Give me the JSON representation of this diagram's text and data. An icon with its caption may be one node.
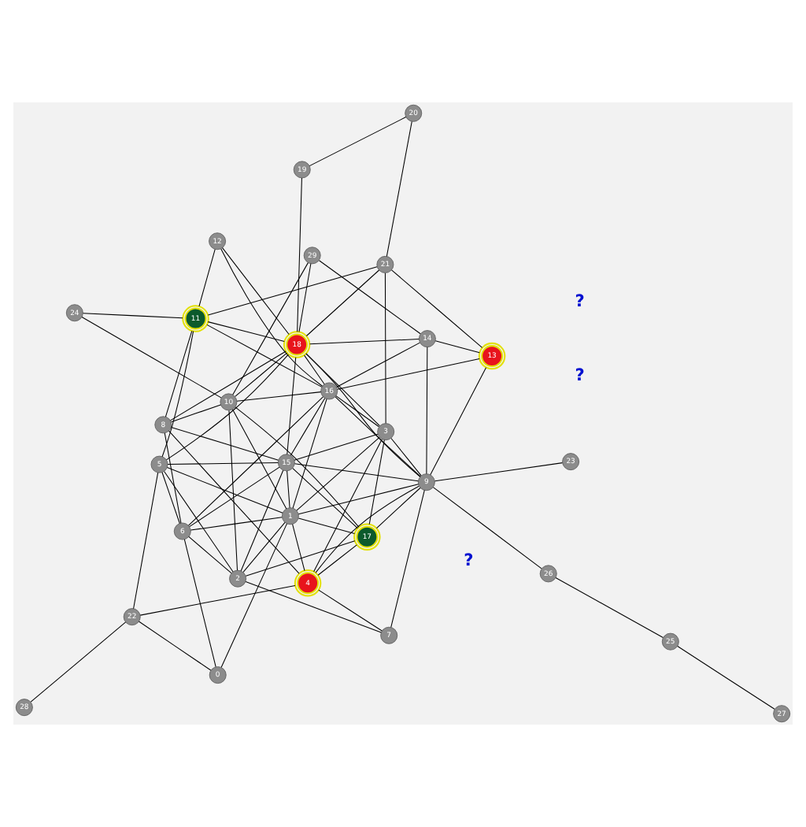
{
  "diagram": {
    "nodes": [
      {
        "text": [
          "0"
        ]
      },
      {
        "text": [
          "1"
        ]
      },
      {
        "text": [
          "2"
        ]
      },
      {
        "text": [
          "3"
        ]
      },
      {
        "text": [
          "4"
        ]
      },
      {
        "text": [
          "5"
        ]
      },
      {
        "text": [
          "6"
        ]
      },
      {
        "text": [
          "7"
        ]
      },
      {
        "text": [
          "8"
        ]
      },
      {
        "text": [
          "9"
        ]
      },
      {
        "text": [
          "10"
        ]
      },
      {
        "text": [
          "11"
        ]
      },
      {
        "text": [
          "12"
        ]
      },
      {
        "text": [
          "13"
        ]
      },
      {
        "text": [
          "14"
        ]
      },
      {
        "text": [
          "15"
        ]
      },
      {
        "text": [
          "16"
        ]
      },
      {
        "text": [
          "17"
        ]
      },
      {
        "text": [
          "18"
        ]
      },
      {
        "text": [
          "19"
        ]
      },
      {
        "text": [
          "20"
        ]
      },
      {
        "text": [
          "21"
        ]
      },
      {
        "text": [
          "22"
        ]
      },
      {
        "text": [
          "23"
        ]
      },
      {
        "text": [
          "24"
        ]
      },
      {
        "text": [
          "25"
        ]
      },
      {
        "text": [
          "26"
        ]
      },
      {
        "text": [
          "27"
        ]
      },
      {
        "text": [
          "28"
        ]
      },
      {
        "text": [
          "29"
        ]
      }
    ],
    "edges": [
      {
        "from": 0,
        "to": 22,
        "arrow": "none"
      },
      {
        "from": 0,
        "to": 6,
        "arrow": "none"
      },
      {
        "from": 0,
        "to": 1,
        "arrow": "none"
      },
      {
        "from": 22,
        "to": 28,
        "arrow": "none"
      },
      {
        "from": 22,
        "to": 5,
        "arrow": "none"
      },
      {
        "from": 22,
        "to": 4,
        "arrow": "none"
      },
      {
        "from": 6,
        "to": 5,
        "arrow": "none"
      },
      {
        "from": 6,
        "to": 8,
        "arrow": "none"
      },
      {
        "from": 6,
        "to": 2,
        "arrow": "none"
      },
      {
        "from": 6,
        "to": 1,
        "arrow": "none"
      },
      {
        "from": 6,
        "to": 15,
        "arrow": "none"
      },
      {
        "from": 6,
        "to": 16,
        "arrow": "none"
      },
      {
        "from": 5,
        "to": 2,
        "arrow": "none"
      },
      {
        "from": 5,
        "to": 15,
        "arrow": "none"
      },
      {
        "from": 5,
        "to": 1,
        "arrow": "none"
      },
      {
        "from": 5,
        "to": 11,
        "arrow": "none"
      },
      {
        "from": 5,
        "to": 18,
        "arrow": "none"
      },
      {
        "from": 1,
        "to": 15,
        "arrow": "none"
      },
      {
        "from": 1,
        "to": 2,
        "arrow": "none"
      },
      {
        "from": 1,
        "to": 4,
        "arrow": "none"
      },
      {
        "from": 1,
        "to": 17,
        "arrow": "none"
      },
      {
        "from": 1,
        "to": 3,
        "arrow": "none"
      },
      {
        "from": 1,
        "to": 9,
        "arrow": "none"
      },
      {
        "from": 1,
        "to": 10,
        "arrow": "none"
      },
      {
        "from": 1,
        "to": 16,
        "arrow": "none"
      },
      {
        "from": 15,
        "to": 8,
        "arrow": "none"
      },
      {
        "from": 15,
        "to": 2,
        "arrow": "none"
      },
      {
        "from": 15,
        "to": 17,
        "arrow": "none"
      },
      {
        "from": 15,
        "to": 9,
        "arrow": "none"
      },
      {
        "from": 15,
        "to": 3,
        "arrow": "none"
      },
      {
        "from": 15,
        "to": 16,
        "arrow": "none"
      },
      {
        "from": 15,
        "to": 18,
        "arrow": "none"
      },
      {
        "from": 8,
        "to": 11,
        "arrow": "none"
      },
      {
        "from": 8,
        "to": 18,
        "arrow": "none"
      },
      {
        "from": 8,
        "to": 10,
        "arrow": "none"
      },
      {
        "from": 8,
        "to": 4,
        "arrow": "none"
      },
      {
        "from": 11,
        "to": 24,
        "arrow": "none"
      },
      {
        "from": 11,
        "to": 18,
        "arrow": "none"
      },
      {
        "from": 11,
        "to": 16,
        "arrow": "none"
      },
      {
        "from": 11,
        "to": 21,
        "arrow": "none"
      },
      {
        "from": 11,
        "to": 12,
        "arrow": "none"
      },
      {
        "from": 10,
        "to": 24,
        "arrow": "none"
      },
      {
        "from": 10,
        "to": 2,
        "arrow": "none"
      },
      {
        "from": 10,
        "to": 29,
        "arrow": "none"
      },
      {
        "from": 10,
        "to": 16,
        "arrow": "none"
      },
      {
        "from": 10,
        "to": 18,
        "arrow": "none"
      },
      {
        "from": 10,
        "to": 17,
        "arrow": "none"
      },
      {
        "from": 2,
        "to": 17,
        "arrow": "none"
      },
      {
        "from": 2,
        "to": 7,
        "arrow": "none"
      },
      {
        "from": 17,
        "to": 3,
        "arrow": "none"
      },
      {
        "from": 17,
        "to": 9,
        "arrow": "none"
      },
      {
        "from": 17,
        "to": 4,
        "arrow": "none"
      },
      {
        "from": 3,
        "to": 4,
        "arrow": "none"
      },
      {
        "from": 3,
        "to": 18,
        "arrow": "none"
      },
      {
        "from": 3,
        "to": 16,
        "arrow": "none"
      },
      {
        "from": 3,
        "to": 21,
        "arrow": "none"
      },
      {
        "from": 3,
        "to": 9,
        "arrow": "none"
      },
      {
        "from": 4,
        "to": 7,
        "arrow": "none"
      },
      {
        "from": 4,
        "to": 9,
        "arrow": "none"
      },
      {
        "from": 7,
        "to": 9,
        "arrow": "none"
      },
      {
        "from": 16,
        "to": 9,
        "arrow": "none"
      },
      {
        "from": 16,
        "to": 13,
        "arrow": "none"
      },
      {
        "from": 16,
        "to": 18,
        "arrow": "none"
      },
      {
        "from": 16,
        "to": 12,
        "arrow": "none"
      },
      {
        "from": 16,
        "to": 14,
        "arrow": "none"
      },
      {
        "from": 9,
        "to": 23,
        "arrow": "none"
      },
      {
        "from": 9,
        "to": 26,
        "arrow": "none"
      },
      {
        "from": 9,
        "to": 13,
        "arrow": "none"
      },
      {
        "from": 9,
        "to": 14,
        "arrow": "none"
      },
      {
        "from": 9,
        "to": 18,
        "arrow": "none"
      },
      {
        "from": 13,
        "to": 14,
        "arrow": "none"
      },
      {
        "from": 13,
        "to": 21,
        "arrow": "none"
      },
      {
        "from": 14,
        "to": 29,
        "arrow": "none"
      },
      {
        "from": 14,
        "to": 18,
        "arrow": "none"
      },
      {
        "from": 18,
        "to": 19,
        "arrow": "none"
      },
      {
        "from": 18,
        "to": 29,
        "arrow": "none"
      },
      {
        "from": 18,
        "to": 12,
        "arrow": "none"
      },
      {
        "from": 18,
        "to": 21,
        "arrow": "none"
      },
      {
        "from": 19,
        "to": 20,
        "arrow": "none"
      },
      {
        "from": 20,
        "to": 21,
        "arrow": "none"
      },
      {
        "from": 26,
        "to": 25,
        "arrow": "none"
      },
      {
        "from": 25,
        "to": 27,
        "arrow": "none"
      }
    ],
    "labels": [
      "?",
      "?",
      "?"
    ]
  }
}
